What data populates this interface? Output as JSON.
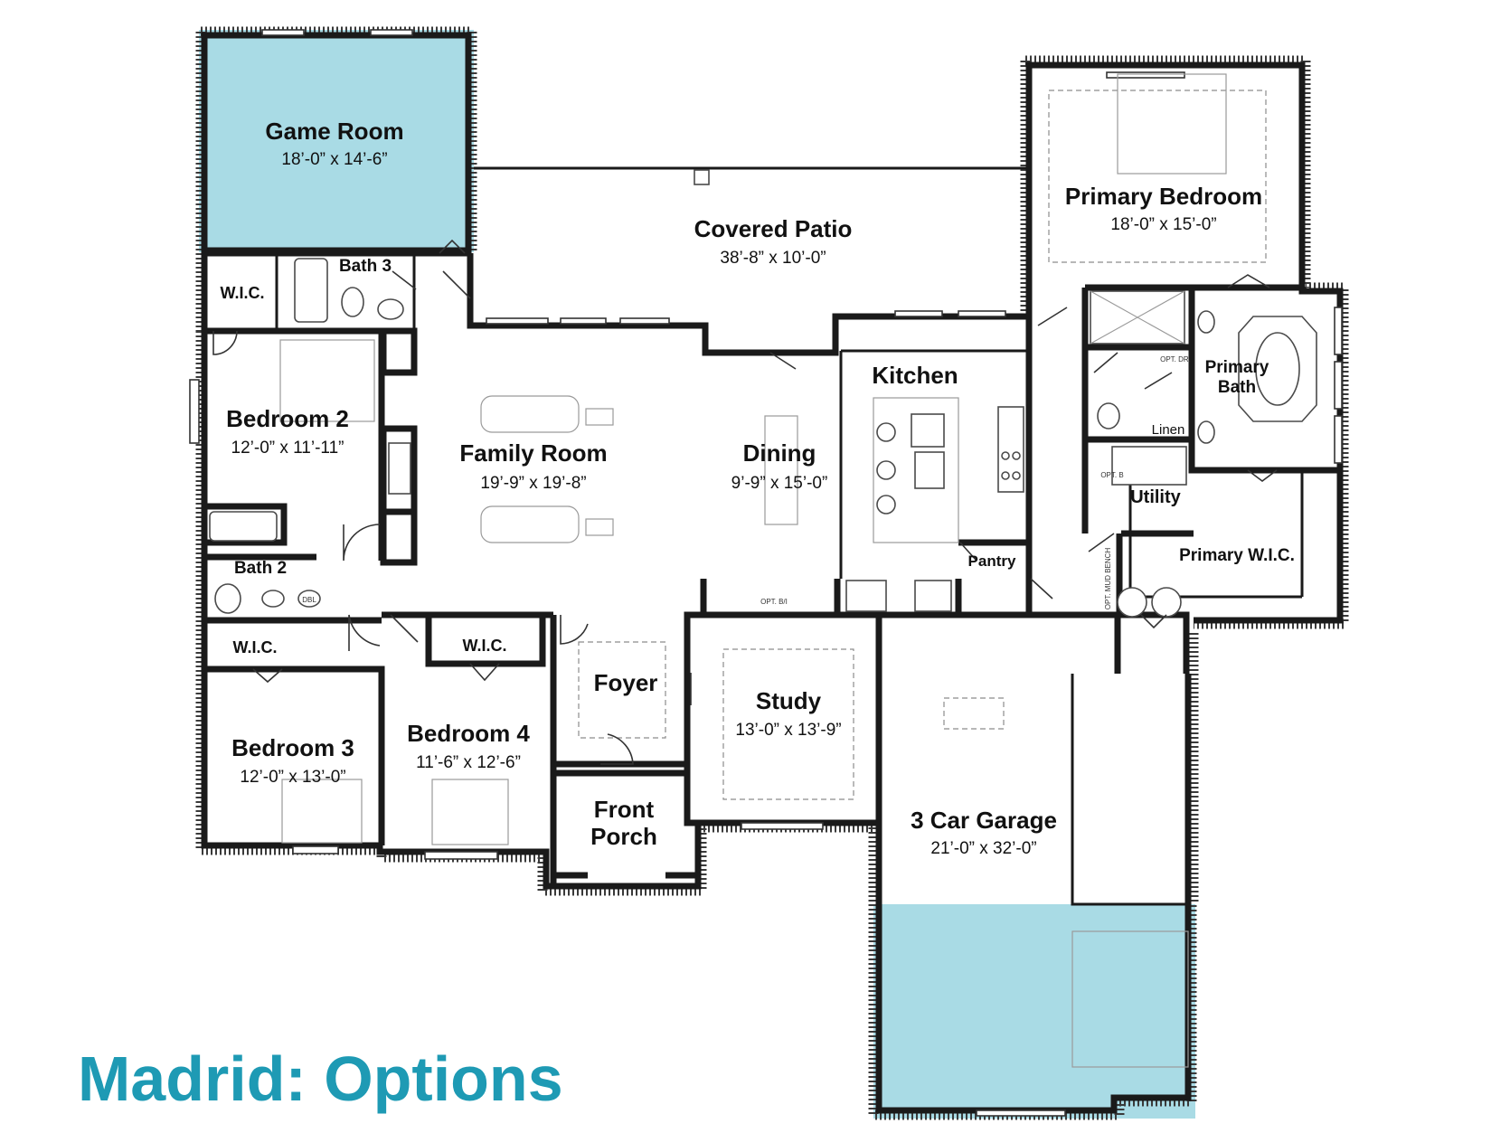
{
  "title": "Madrid: Options",
  "colors": {
    "option_fill": "#a9dbe5",
    "title": "#1e9ab4",
    "wall": "#1a1a1a"
  },
  "rooms": {
    "game_room": {
      "name": "Game Room",
      "dims": "18’-0” x 14’-6”"
    },
    "covered_patio": {
      "name": "Covered Patio",
      "dims": "38’-8” x 10’-0”"
    },
    "primary_bed": {
      "name": "Primary Bedroom",
      "dims": "18’-0” x 15’-0”"
    },
    "bedroom2": {
      "name": "Bedroom 2",
      "dims": "12’-0” x 11’-11”"
    },
    "family_room": {
      "name": "Family Room",
      "dims": "19’-9” x 19’-8”"
    },
    "dining": {
      "name": "Dining",
      "dims": "9’-9” x 15’-0”"
    },
    "kitchen": {
      "name": "Kitchen"
    },
    "primary_bath": {
      "name_line1": "Primary",
      "name_line2": "Bath"
    },
    "utility": {
      "name": "Utility"
    },
    "primary_wic": {
      "name": "Primary W.I.C."
    },
    "pantry": {
      "name": "Pantry"
    },
    "linen": {
      "name": "Linen"
    },
    "bath3": {
      "name": "Bath 3"
    },
    "bath2": {
      "name": "Bath 2"
    },
    "wic_top": {
      "name": "W.I.C."
    },
    "wic_bed3": {
      "name": "W.I.C."
    },
    "wic_bed4": {
      "name": "W.I.C."
    },
    "bedroom3": {
      "name": "Bedroom 3",
      "dims": "12’-0” x 13’-0”"
    },
    "bedroom4": {
      "name": "Bedroom 4",
      "dims": "11’-6” x 12’-6”"
    },
    "foyer": {
      "name": "Foyer"
    },
    "study": {
      "name": "Study",
      "dims": "13’-0” x 13’-9”"
    },
    "front_porch": {
      "name_line1": "Front",
      "name_line2": "Porch"
    },
    "garage": {
      "name": "3 Car Garage",
      "dims": "21’-0” x 32’-0”"
    }
  },
  "notes": {
    "opt_bi": "OPT. B/I",
    "opt_mud_bench": "OPT. MUD BENCH",
    "opt_b": "OPT. B",
    "opt_dr": "OPT. DR.",
    "dbl": "DBL"
  }
}
